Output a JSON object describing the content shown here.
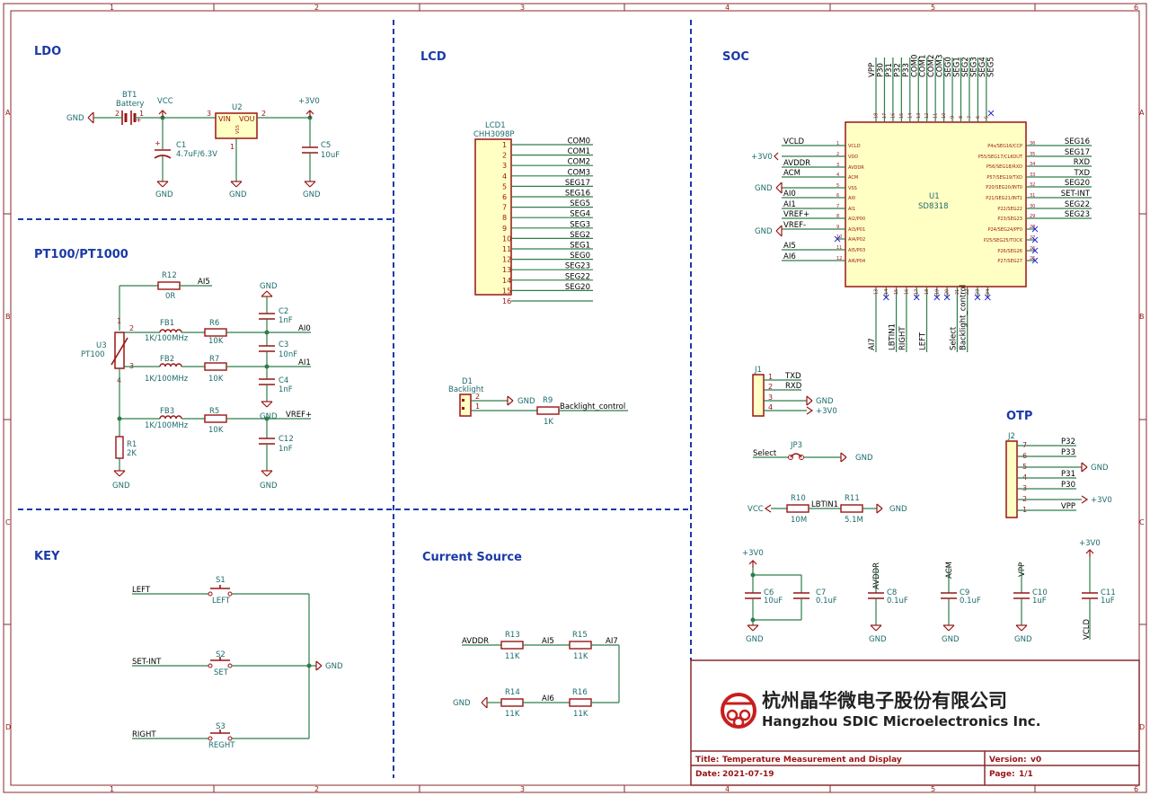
{
  "sections": {
    "ldo": "LDO",
    "lcd": "LCD",
    "soc": "SOC",
    "pt100": "PT100/PT1000",
    "key": "KEY",
    "current_source": "Current Source",
    "otp": "OTP"
  },
  "frame": {
    "columns": [
      "1",
      "2",
      "3",
      "4",
      "5",
      "6"
    ],
    "rows": [
      "A",
      "B",
      "C",
      "D"
    ]
  },
  "title_block": {
    "title_label": "Title:",
    "title": "Temperature Measurement and Display",
    "date_label": "Date:",
    "date": "2021-07-19",
    "version_label": "Version:",
    "version": "v0",
    "page_label": "Page:",
    "page": "1/1",
    "company_cn": "杭州晶华微电子股份有限公司",
    "company_en": "Hangzhou SDIC Microelectronics Inc."
  },
  "ldo": {
    "bt1_ref": "BT1",
    "bt1_value": "Battery",
    "vcc": "VCC",
    "u2_ref": "U2",
    "u2_vin": "VIN",
    "u2_vout": "VOU",
    "u2_vss": "VSS",
    "pin1": "1",
    "pin2": "2",
    "pin3": "3",
    "c1_ref": "C1",
    "c1_value": "4.7uF/6.3V",
    "c5_ref": "C5",
    "c5_value": "10uF",
    "v3": "+3V0",
    "gnd": "GND",
    "plus": "+"
  },
  "lcd": {
    "ref": "LCD1",
    "part": "CHH3098P",
    "pins": [
      "1",
      "2",
      "3",
      "4",
      "5",
      "6",
      "7",
      "8",
      "9",
      "10",
      "11",
      "12",
      "13",
      "14",
      "15",
      "16"
    ],
    "nets": [
      "COM0",
      "COM1",
      "COM2",
      "COM3",
      "SEG17",
      "SEG16",
      "SEG5",
      "SEG4",
      "SEG3",
      "SEG2",
      "SEG1",
      "SEG0",
      "SEG23",
      "SEG22",
      "SEG20"
    ],
    "d1_ref": "D1",
    "d1_value": "Backlight",
    "d1_pin1": "1",
    "d1_pin2": "2",
    "r9_ref": "R9",
    "r9_value": "1K",
    "backlight_net": "Backlight_control",
    "gnd": "GND"
  },
  "pt100": {
    "r12_ref": "R12",
    "r12_value": "0R",
    "ai5": "AI5",
    "u3_ref": "U3",
    "u3_value": "PT100",
    "fb1_ref": "FB1",
    "fb1_value": "1K/100MHz",
    "fb2_ref": "FB2",
    "fb2_value": "1K/100MHz",
    "fb3_ref": "FB3",
    "fb3_value": "1K/100MHz",
    "r6_ref": "R6",
    "r6_value": "10K",
    "r7_ref": "R7",
    "r7_value": "10K",
    "r5_ref": "R5",
    "r5_value": "10K",
    "c2_ref": "C2",
    "c2_value": "1nF",
    "c3_ref": "C3",
    "c3_value": "10nF",
    "c4_ref": "C4",
    "c4_value": "1nF",
    "c12_ref": "C12",
    "c12_value": "1nF",
    "ai0": "AI0",
    "ai1": "AI1",
    "vref": "VREF+",
    "r1_ref": "R1",
    "r1_value": "2K",
    "gnd": "GND",
    "pin1": "1",
    "pin2": "2",
    "pin3": "3",
    "pin4": "4"
  },
  "soc": {
    "ref": "U1",
    "part": "SD8318",
    "top_nets": [
      "VPP",
      "P30",
      "P31",
      "P32",
      "P33",
      "COM0",
      "COM1",
      "COM2",
      "COM3",
      "SEG0",
      "SEG1",
      "SEG2",
      "SEG3",
      "SEG4",
      "SEG5"
    ],
    "top_pin_nums": [
      "18",
      "17",
      "16",
      "15",
      "14",
      "13",
      "12",
      "11",
      "10",
      "9",
      "8",
      "7",
      "6",
      "5",
      "4",
      "3",
      "2",
      "1",
      "28"
    ],
    "left_nets": [
      "VCLD",
      "+3V0",
      "AVDDR",
      "ACM",
      "GND",
      "AI0",
      "AI1",
      "VREF+",
      "VREF-",
      "AI5",
      "AI6"
    ],
    "left_pins": [
      "VCLD",
      "VDD",
      "AVDDR",
      "ACM",
      "VSS",
      "AI0",
      "AI1",
      "AI2/P00",
      "AI3/P01",
      "AI4/P02",
      "AI5/P03",
      "AI6/P04"
    ],
    "left_pin_nums": [
      "1",
      "2",
      "3",
      "4",
      "5",
      "6",
      "7",
      "8",
      "9",
      "10",
      "11",
      "12"
    ],
    "right_nets": [
      "SEG16",
      "SEG17",
      "RXD",
      "TXD",
      "SEG20",
      "SET-INT",
      "SEG22",
      "SEG23"
    ],
    "right_pins": [
      "P4s/SEG16/CCP",
      "P55/SEG17/CLKOUT",
      "P56/SEG18/RXD",
      "P57/SEG19/TXD",
      "P20/SEG20/INT0",
      "P21/SEG21/INT1",
      "P22/SEG22",
      "P23/SEG23",
      "P24/SEG24/PF0",
      "P25/SEG25/TOCK",
      "P26/SEG26",
      "P27/SEG27"
    ],
    "right_pin_nums": [
      "36",
      "35",
      "34",
      "33",
      "32",
      "31",
      "30",
      "29",
      "28",
      "27",
      "26",
      "25"
    ],
    "bottom_nets": [
      "AI7",
      "LBTIN1",
      "RIGHT",
      "LEFT",
      "Select",
      "Backlight_control"
    ],
    "bottom_pin_nums": [
      "13",
      "14",
      "15",
      "16",
      "17",
      "18",
      "19",
      "20",
      "21",
      "22",
      "23",
      "24"
    ],
    "gnd": "GND"
  },
  "j1": {
    "ref": "J1",
    "pins": [
      "1",
      "2",
      "3",
      "4"
    ],
    "txd": "TXD",
    "rxd": "RXD",
    "gnd": "GND",
    "v3": "+3V0"
  },
  "jp3": {
    "ref": "JP3",
    "select": "Select",
    "gnd": "GND"
  },
  "lbt": {
    "vcc": "VCC",
    "r10_ref": "R10",
    "r10_value": "10M",
    "r11_ref": "R11",
    "r11_value": "5.1M",
    "net": "LBTIN1",
    "gnd": "GND"
  },
  "decoupling": {
    "v3": "+3V0",
    "c6_ref": "C6",
    "c6_value": "10uF",
    "c7_ref": "C7",
    "c7_value": "0.1uF",
    "avddr": "AVDDR",
    "c8_ref": "C8",
    "c8_value": "0.1uF",
    "acm": "ACM",
    "c9_ref": "C9",
    "c9_value": "0.1uF",
    "vpp": "VPP",
    "c10_ref": "C10",
    "c10_value": "1uF",
    "vcld": "VCLD",
    "c11_ref": "C11",
    "c11_value": "1uF",
    "v3b": "+3V0",
    "gnd": "GND"
  },
  "otp": {
    "ref": "J2",
    "pins": [
      "7",
      "6",
      "5",
      "4",
      "3",
      "2",
      "1"
    ],
    "nets": [
      "P32",
      "P33",
      "GND",
      "P31",
      "P30",
      "+3V0",
      "VPP"
    ]
  },
  "key": {
    "left": "LEFT",
    "s1_ref": "S1",
    "s1_value": "LEFT",
    "setint": "SET-INT",
    "s2_ref": "S2",
    "s2_value": "SET",
    "right": "RIGHT",
    "s3_ref": "S3",
    "s3_value": "REGHT",
    "gnd": "GND"
  },
  "current": {
    "avddr": "AVDDR",
    "r13_ref": "R13",
    "r13_value": "11K",
    "r15_ref": "R15",
    "r15_value": "11K",
    "r14_ref": "R14",
    "r14_value": "11K",
    "r16_ref": "R16",
    "r16_value": "11K",
    "ai5": "AI5",
    "ai6": "AI6",
    "ai7": "AI7",
    "gnd": "GND"
  }
}
